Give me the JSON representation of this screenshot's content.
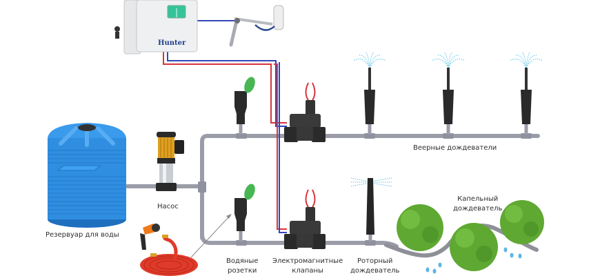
{
  "diagram": {
    "title": "",
    "controller": {
      "brand": "Hunter"
    },
    "labels": {
      "tank": "Резервуар для воды",
      "pump": "Насос",
      "fan_sprinklers": "Веерные дождеватели",
      "drip": [
        "Капельный",
        "дождеватель"
      ],
      "water_outlets": [
        "Водяные",
        "розетки"
      ],
      "solenoid_valves": [
        "Электромагнитные",
        "клапаны"
      ],
      "rotor": [
        "Роторный",
        "дождеватель"
      ]
    },
    "colors": {
      "pipe": "#9a9ca8",
      "tank": "#2f8ee0",
      "wire_red": "#d8343a",
      "wire_blue": "#3346b8",
      "valve": "#3a3a3a",
      "cap_green": "#47b653",
      "spray": "#5bc3e6",
      "bush": "#5fa832",
      "hose": "#e03a2a",
      "pump_body": "#e0a020"
    },
    "icons": [
      "water-tank-icon",
      "pump-icon",
      "controller-icon",
      "rain-sensor-icon",
      "quick-coupler-icon",
      "solenoid-valve-icon",
      "fan-sprinkler-icon",
      "rotor-sprinkler-icon",
      "drip-bush-icon",
      "garden-hose-icon",
      "spray-gun-icon",
      "water-drop-icon"
    ]
  }
}
